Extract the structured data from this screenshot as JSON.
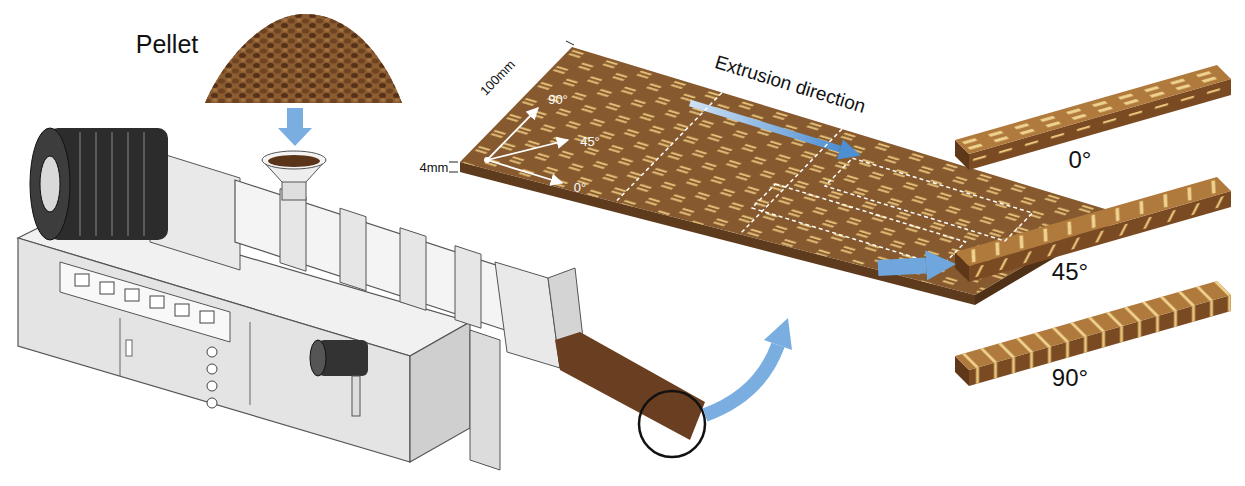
{
  "diagram": {
    "nodes": [
      {
        "text": [
          "Pellet"
        ]
      },
      {
        "text": [
          "Extrusion direction",
          "100mm",
          "4mm",
          "90°",
          "45°",
          "0°"
        ]
      },
      {
        "text": [
          "0°"
        ]
      },
      {
        "text": [
          "45°"
        ]
      },
      {
        "text": [
          "90°"
        ]
      }
    ],
    "edges": [
      {
        "from": 1,
        "to": 3,
        "arrow": "to"
      }
    ]
  }
}
